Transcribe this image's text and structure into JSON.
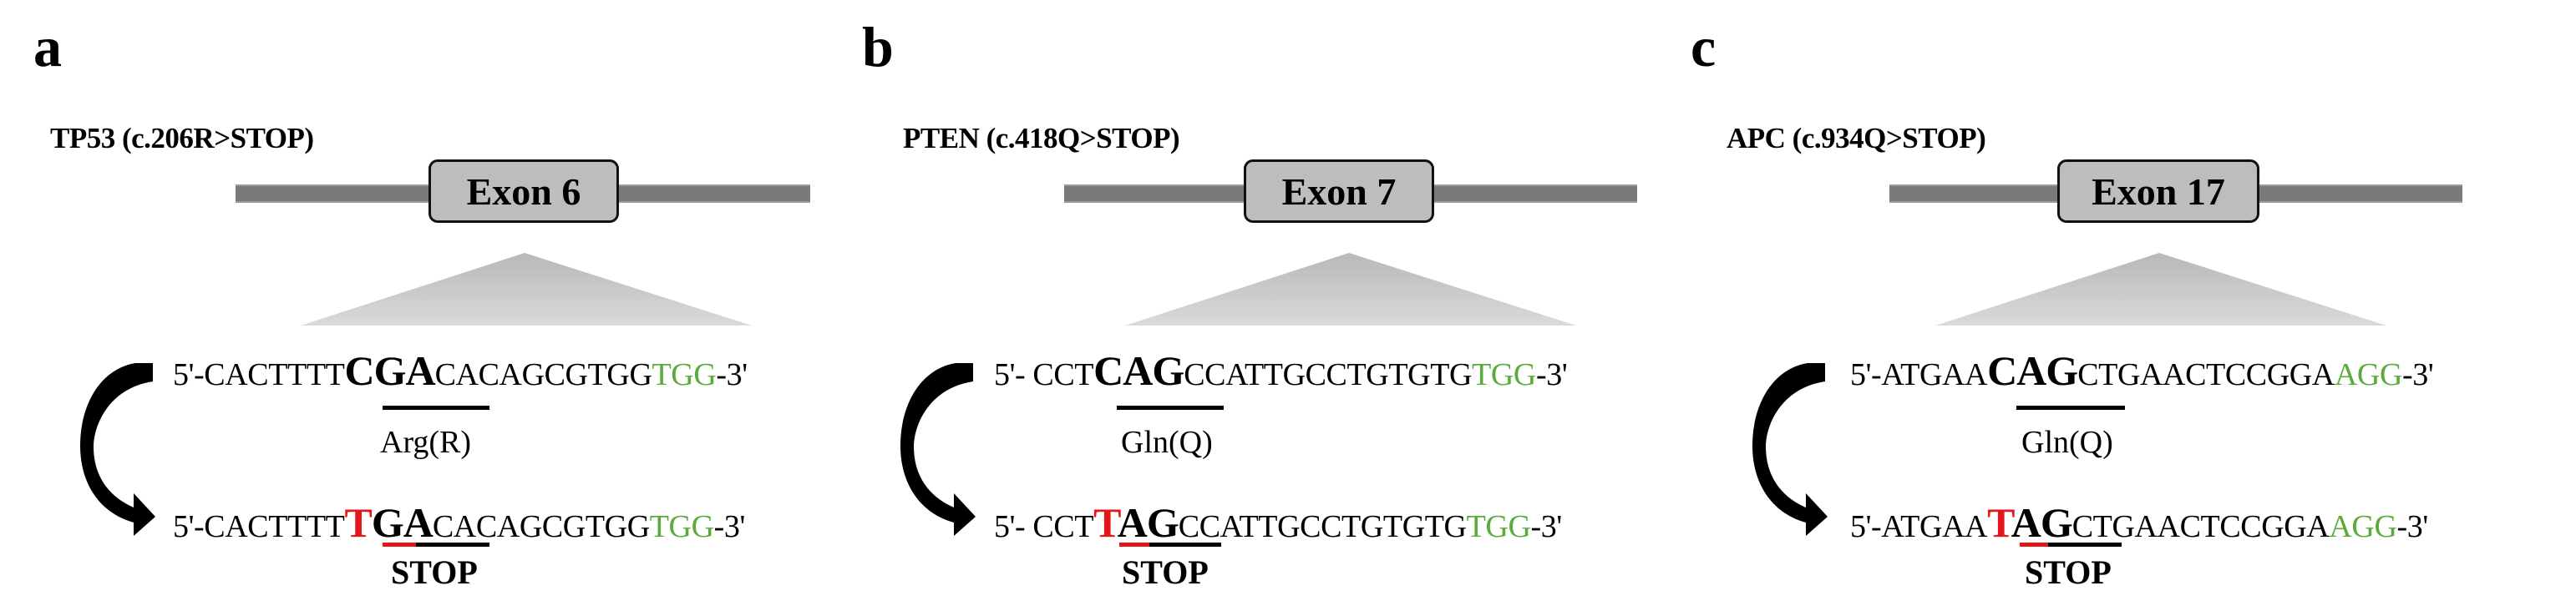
{
  "figure": {
    "panels": [
      {
        "letter": "a",
        "gene_title": "TP53 (c.206R>STOP)",
        "exon_label": "Exon 6",
        "wild_type": {
          "prefix": "5'-CACTTTT",
          "codon": "CGA",
          "suffix": "CACAGCGTGG",
          "pam": "TGG",
          "end": "-3'"
        },
        "mutant": {
          "prefix": "5'-CACTTTT",
          "mut_base": "T",
          "codon_rest": "GA",
          "suffix": "CACAGCGTGG",
          "pam": "TGG",
          "end": "-3'"
        },
        "wild_type_aa": "Arg(R)",
        "mutant_aa": "STOP"
      },
      {
        "letter": "b",
        "gene_title": "PTEN (c.418Q>STOP)",
        "exon_label": "Exon 7",
        "wild_type": {
          "prefix": "5'- CCT",
          "codon": "CAG",
          "suffix": "CCATTGCCTGTGTG",
          "pam": "TGG",
          "end": "-3'"
        },
        "mutant": {
          "prefix": "5'- CCT",
          "mut_base": "T",
          "codon_rest": "AG",
          "suffix": "CCATTGCCTGTGTG",
          "pam": "TGG",
          "end": "-3'"
        },
        "wild_type_aa": "Gln(Q)",
        "mutant_aa": "STOP"
      },
      {
        "letter": "c",
        "gene_title": "APC (c.934Q>STOP)",
        "exon_label": "Exon 17",
        "wild_type": {
          "prefix": "5'-ATGAA",
          "codon": "CAG",
          "suffix": "CTGAACTCCGGA",
          "pam": "AGG",
          "end": "-3'"
        },
        "mutant": {
          "prefix": "5'-ATGAA",
          "mut_base": "T",
          "codon_rest": "AG",
          "suffix": "CTGAACTCCGGA",
          "pam": "AGG",
          "end": "-3'"
        },
        "wild_type_aa": "Gln(Q)",
        "mutant_aa": "STOP"
      }
    ],
    "colors": {
      "pam_green": "#5aab3c",
      "mutation_red": "#e3171b",
      "intron_gray": "#7a7a7a",
      "exon_fill": "#bdbdbd"
    }
  }
}
